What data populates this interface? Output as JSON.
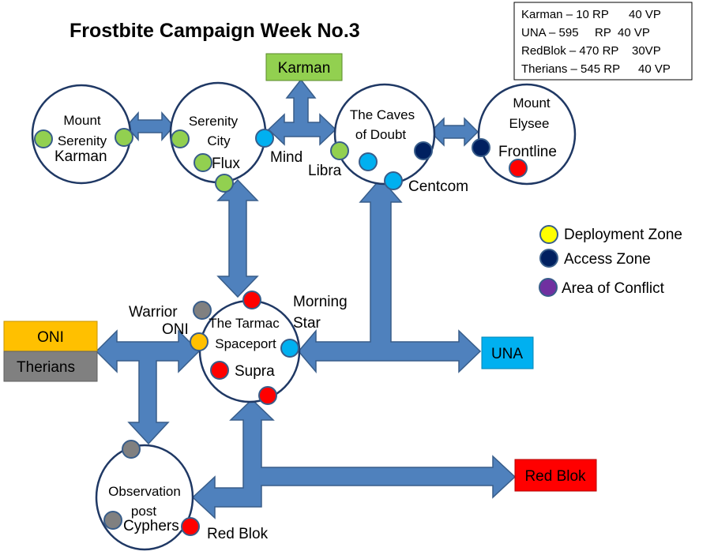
{
  "title": "Frostbite Campaign Week No.3",
  "scores": [
    {
      "faction": "Karman",
      "text": "Karman – 10 RP",
      "vp": "40 VP"
    },
    {
      "faction": "UNA",
      "text": "UNA – 595",
      "rp": "RP",
      "vp": "40 VP"
    },
    {
      "faction": "RedBlok",
      "text": "RedBlok – 470 RP",
      "vp": "30VP"
    },
    {
      "faction": "Therians",
      "text": "Therians – 545 RP",
      "vp": "40 VP"
    }
  ],
  "colors": {
    "arrow": "#4f81bd",
    "arrow_stroke": "#385d8a",
    "deployment": "#ffff00",
    "access": "#002060",
    "conflict": "#7030a0",
    "karman": "#92d050",
    "una": "#00b0f0",
    "redblok": "#ff0000",
    "oni": "#ffc000",
    "therians": "#808080"
  },
  "locations": {
    "mount_serenity": {
      "line1": "Mount",
      "line2": "Serenity"
    },
    "serenity_city": {
      "line1": "Serenity",
      "line2": "City"
    },
    "caves_of_doubt": {
      "line1": "The Caves",
      "line2": "of Doubt"
    },
    "mount_elysee": {
      "line1": "Mount",
      "line2": "Elysee"
    },
    "tarmac_spaceport": {
      "line1": "The Tarmac",
      "line2": "Spaceport"
    },
    "observation_post": {
      "line1": "Observation",
      "line2": "post"
    }
  },
  "factions": {
    "karman": "Karman",
    "una": "UNA",
    "oni": "ONI",
    "therians": "Therians",
    "red_blok": "Red Blok"
  },
  "labels": {
    "karman": "Karman",
    "flux": "Flux",
    "mind": "Mind",
    "libra": "Libra",
    "centcom": "Centcom",
    "frontline": "Frontline",
    "warrior": "Warrior",
    "oni": "ONI",
    "morning": "Morning",
    "star": "Star",
    "supra": "Supra",
    "cyphers": "Cyphers",
    "red_blok": "Red Blok"
  },
  "legend": [
    {
      "label": "Deployment Zone",
      "color": "#ffff00"
    },
    {
      "label": "Access Zone",
      "color": "#002060"
    },
    {
      "label": "Area of Conflict",
      "color": "#7030a0"
    }
  ]
}
